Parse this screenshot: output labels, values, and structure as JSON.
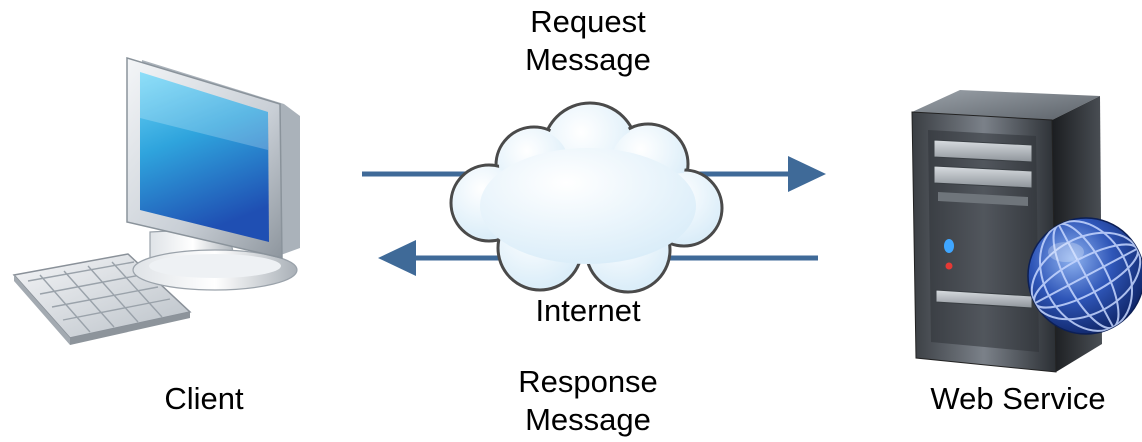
{
  "labels": {
    "request_line1": "Request",
    "request_line2": "Message",
    "internet": "Internet",
    "response_line1": "Response",
    "response_line2": "Message",
    "client": "Client",
    "web_service": "Web Service"
  },
  "icons": {
    "client": "desktop-computer-icon",
    "network": "internet-cloud-icon",
    "server": "web-server-tower-icon",
    "globe": "globe-icon"
  },
  "colors": {
    "arrow": "#3f6a98",
    "cloud_stroke": "#4a4a4a",
    "cloud_fill": "#e8f3fb",
    "screen": "#2b97d6",
    "globe": "#2b4ea8"
  }
}
